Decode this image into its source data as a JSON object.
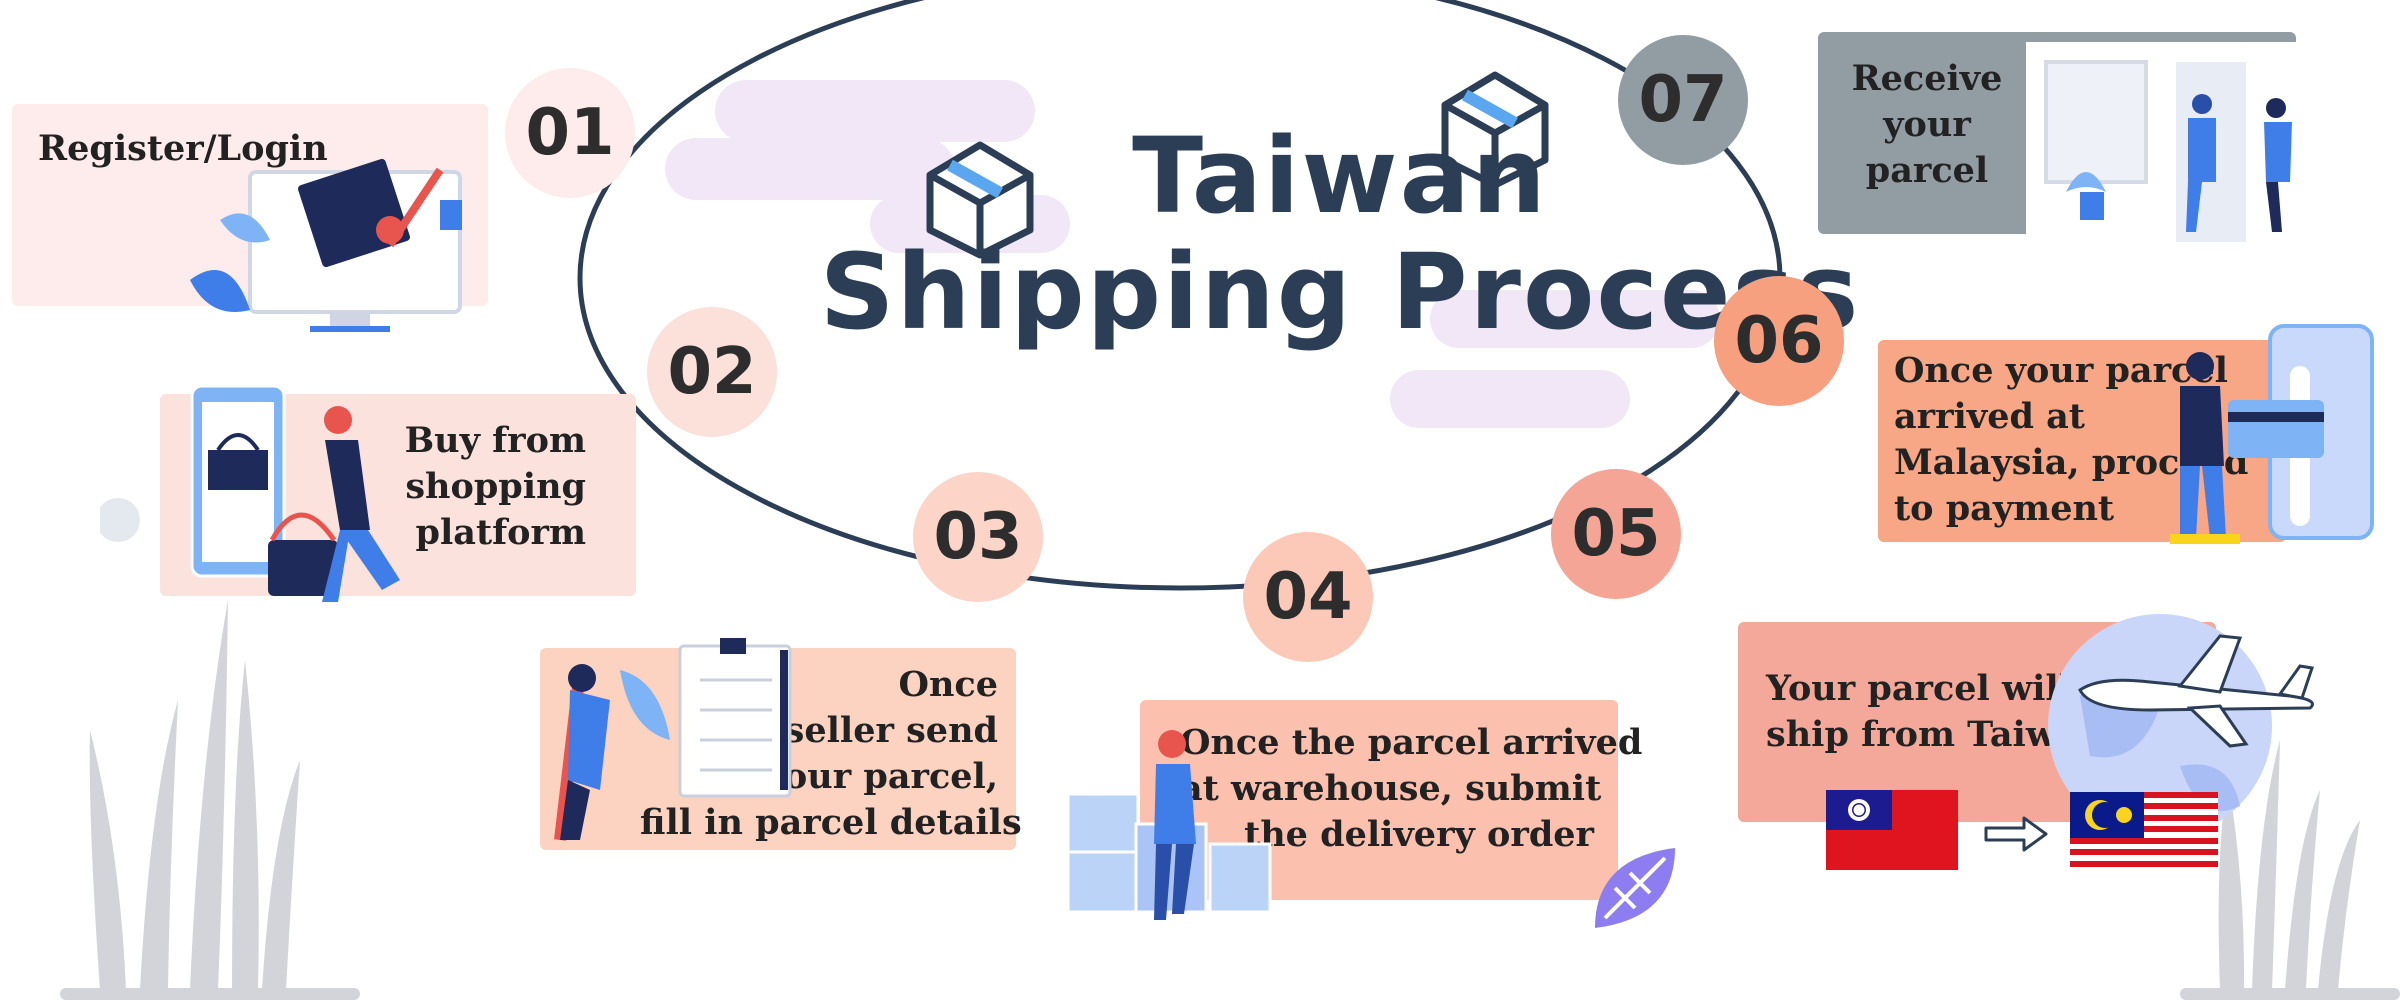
{
  "title": {
    "line1": "Taiwan",
    "line2": "Shipping Process"
  },
  "steps": [
    {
      "number": "01",
      "label": "Register/Login",
      "circle_color": "#fdeceb",
      "card_color": "#fdeceb"
    },
    {
      "number": "02",
      "label": "Buy from shopping platform",
      "lines": [
        "Buy from",
        "shopping",
        "platform"
      ],
      "circle_color": "#fce0da",
      "card_color": "#fce2dc"
    },
    {
      "number": "03",
      "label": "Once seller send your parcel, fill in parcel details",
      "lines": [
        "Once",
        "seller send",
        "your parcel,",
        "fill in parcel details"
      ],
      "circle_color": "#fcd5c8",
      "card_color": "#fcd2c1"
    },
    {
      "number": "04",
      "label": "Once the parcel arrived at warehouse, submit the delivery order",
      "lines": [
        "Once the parcel arrived",
        "at warehouse, submit",
        "the delivery order"
      ],
      "circle_color": "#fcc9b8",
      "card_color": "#fcc1ae"
    },
    {
      "number": "05",
      "label": "Your parcel will ship from Taiwan",
      "lines": [
        "Your parcel will",
        "ship from Taiwan"
      ],
      "circle_color": "#f4a595",
      "card_color": "#f4a899"
    },
    {
      "number": "06",
      "label": "Once your parcel arrived at Malaysia, proceed to payment",
      "lines": [
        "Once your parcel",
        "arrived at",
        "Malaysia, proceed",
        "to payment"
      ],
      "circle_color": "#f6a07f",
      "card_color": "#f7a686"
    },
    {
      "number": "07",
      "label": "Receive your parcel",
      "lines": [
        "Receive",
        "your",
        "parcel"
      ],
      "circle_color": "#929da3",
      "card_color": "#929da3"
    }
  ],
  "colors": {
    "title": "#2c3e55",
    "cycle_line": "#2c3e55",
    "cloud": "#f1e7f7",
    "grass": "#d3d4da",
    "illustration_blue": "#3f7ee8",
    "illustration_navy": "#1e2a5a"
  },
  "icons": [
    "box-icon",
    "airplane-icon",
    "taiwan-flag-icon",
    "malaysia-flag-icon",
    "arrow-right-icon",
    "monitor-icon",
    "phone-icon",
    "basket-icon",
    "clipboard-icon",
    "globe-icon",
    "card-payment-icon",
    "door-icon"
  ]
}
